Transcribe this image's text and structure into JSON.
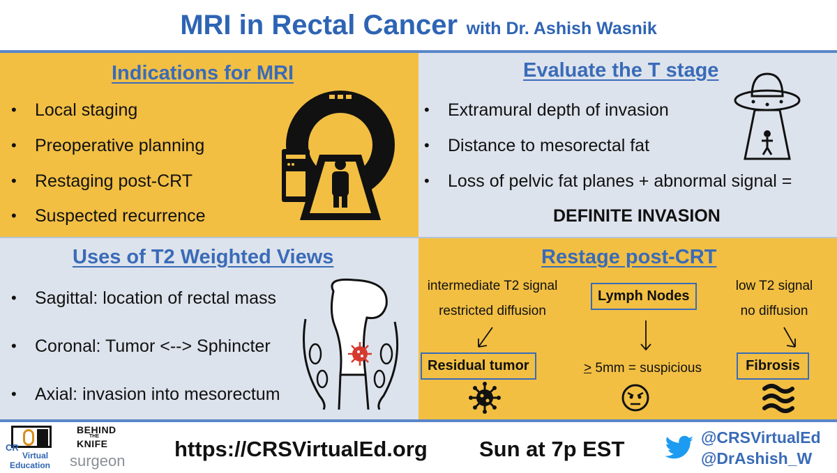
{
  "header": {
    "title": "MRI in Rectal Cancer",
    "subtitle": "with Dr. Ashish Wasnik"
  },
  "indications": {
    "title": "Indications for MRI",
    "items": [
      "Local staging",
      "Preoperative planning",
      "Restaging post-CRT",
      "Suspected recurrence"
    ],
    "icon": "mri-scanner-icon"
  },
  "t_stage": {
    "title": "Evaluate the T stage",
    "items": [
      "Extramural depth of invasion",
      "Distance to mesorectal fat",
      "Loss of pelvic fat planes + abnormal signal ="
    ],
    "conclusion": "DEFINITE INVASION",
    "icon": "ufo-abduction-icon"
  },
  "t2_views": {
    "title": "Uses of T2 Weighted Views",
    "items": [
      "Sagittal: location of rectal mass",
      "Coronal: Tumor <--> Sphincter",
      "Axial: invasion into mesorectum"
    ],
    "icon": "rectum-tumor-icon"
  },
  "restage": {
    "title": "Restage post-CRT",
    "left_caption_1": "intermediate T2 signal",
    "left_caption_2": "restricted diffusion",
    "left_box": "Residual tumor",
    "center_box": "Lymph Nodes",
    "center_caption_symbol": ">",
    "center_caption_rest": " 5mm = suspicious",
    "right_caption_1": "low T2 signal",
    "right_caption_2": "no diffusion",
    "right_box": "Fibrosis",
    "icons": [
      "virus-icon",
      "angry-face-icon",
      "waves-icon"
    ]
  },
  "footer": {
    "logo_crs_line1": "CR",
    "logo_crs_line2": "Virtual",
    "logo_crs_line3": "Education",
    "logo_btk_1": "BEHIND",
    "logo_btk_2": "THE",
    "logo_btk_3": "KNIFE",
    "logo_surgeon": "surgeon",
    "url": "https://CRSVirtualEd.org",
    "schedule": "Sun at 7p EST",
    "handle_1": "@CRSVirtualEd",
    "handle_2": "@DrAshish_W"
  },
  "colors": {
    "accent_blue": "#2e64b4",
    "panel_yellow": "#f2bf43",
    "panel_blue": "#dde3ec",
    "twitter_blue": "#1d9bf0"
  }
}
